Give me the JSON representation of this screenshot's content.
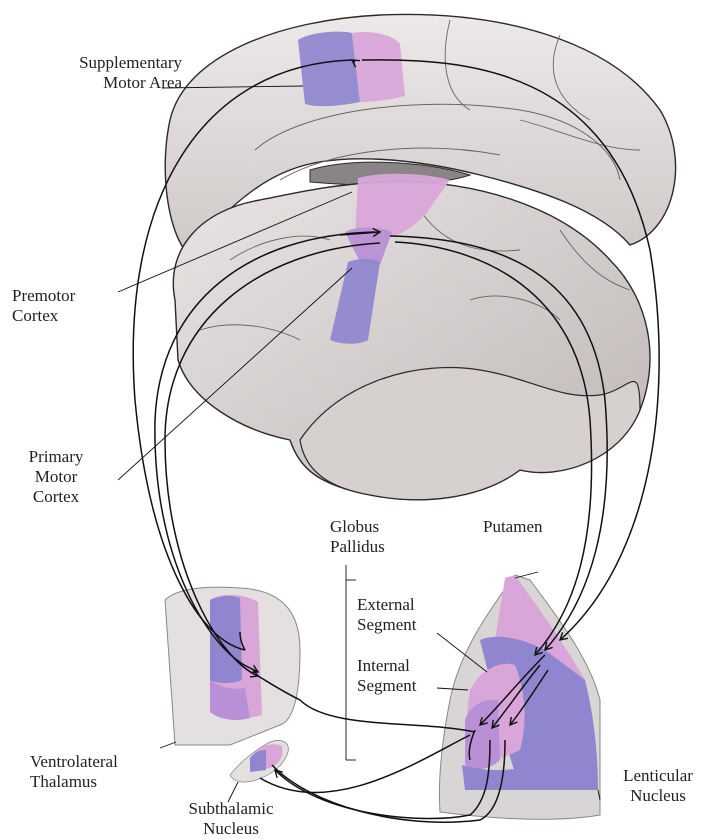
{
  "labels": {
    "supplementary_motor_area": [
      "Supplementary",
      "Motor Area"
    ],
    "premotor_cortex": [
      "Premotor",
      "Cortex"
    ],
    "primary_motor_cortex": [
      "Primary",
      "Motor",
      "Cortex"
    ],
    "globus_pallidus": [
      "Globus",
      "Pallidus"
    ],
    "external_segment": [
      "External",
      "Segment"
    ],
    "internal_segment": [
      "Internal",
      "Segment"
    ],
    "putamen": [
      "Putamen"
    ],
    "ventrolateral_thalamus": [
      "Ventrolateral",
      "Thalamus"
    ],
    "subthalamic_nucleus": [
      "Subthalamic",
      "Nucleus"
    ],
    "lenticular_nucleus": [
      "Lenticular",
      "Nucleus"
    ]
  },
  "colors": {
    "brain_fill": "#e4e0df",
    "brain_shade": "#c9c3c2",
    "brain_outline": "#2a2a2a",
    "pink_region": "#d9a6da",
    "purple_region": "#8f86cf",
    "violet_region": "#b990d6",
    "pathway": "#111111"
  }
}
